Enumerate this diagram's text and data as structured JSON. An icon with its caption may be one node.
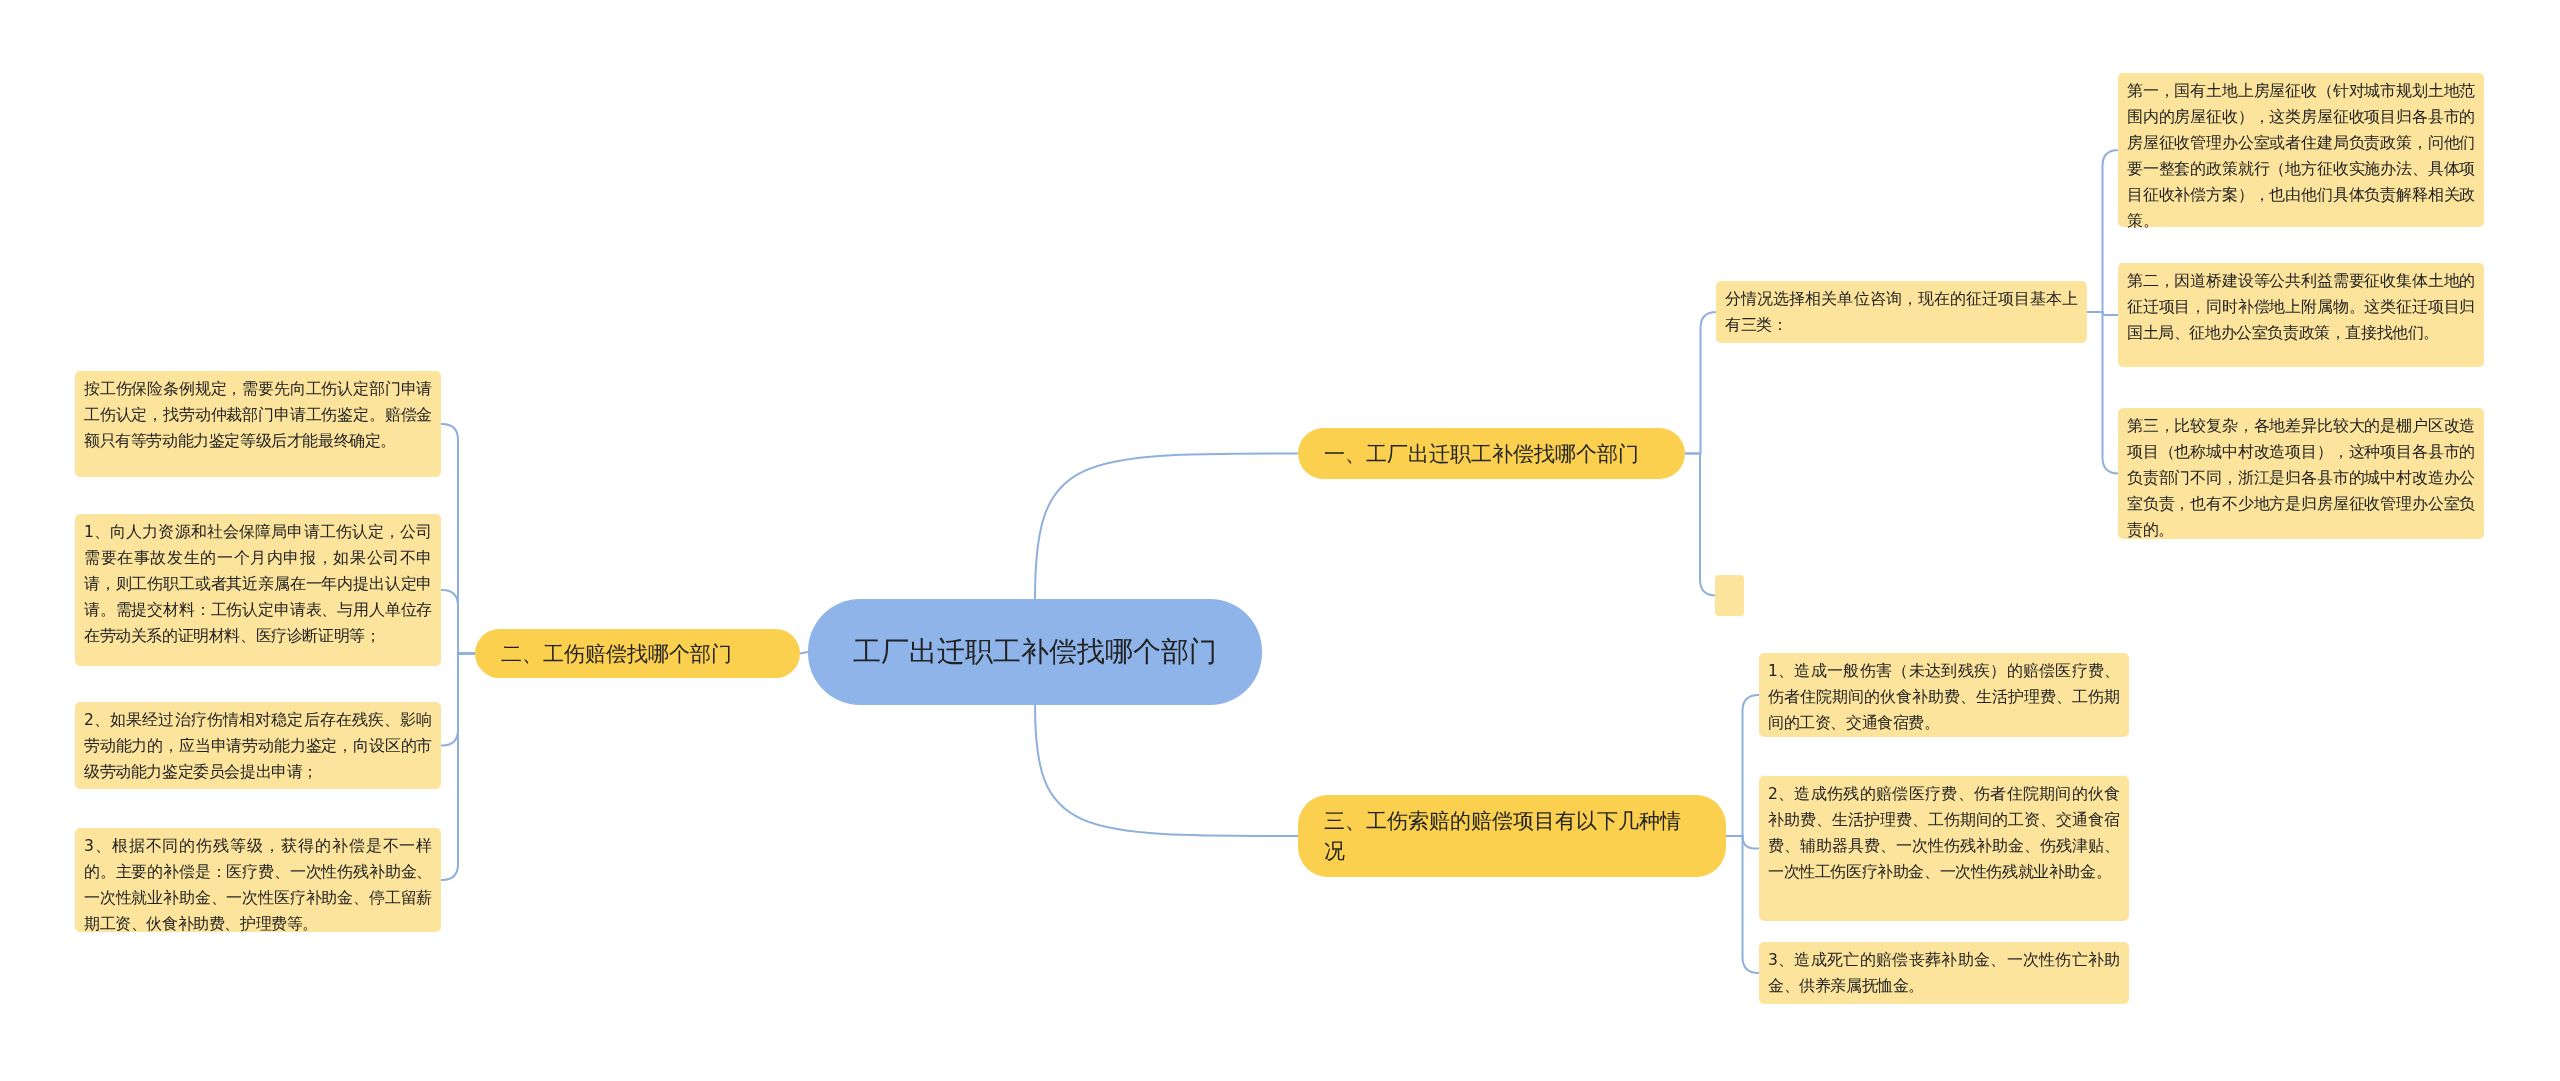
{
  "diagram": {
    "nodes": [
      {
        "text": [
          "工厂出迁职工补偿找哪个部门"
        ]
      },
      {
        "text": [
          "一、工厂出迁职工补偿找哪个部门"
        ]
      },
      {
        "text": [
          "分情况选择相关单位咨询，现在的征迁项目基本上有三类："
        ]
      },
      {
        "text": [
          "第一，国有土地上房屋征收（针对城市规划土地范围内的房屋征收），这类房屋征收项目归各县市的房屋征收管理办公室或者住建局负责政策，问他们要一整套的政策就行（地方征收实施办法、具体项目征收补偿方案），也由他们具体负责解释相关政策。"
        ]
      },
      {
        "text": [
          "第二，因道桥建设等公共利益需要征收集体土地的征迁项目，同时补偿地上附属物。这类征迁项目归国土局、征地办公室负责政策，直接找他们。"
        ]
      },
      {
        "text": [
          "第三，比较复杂，各地差异比较大的是棚户区改造项目（也称城中村改造项目），这种项目各县市的负责部门不同，浙江是归各县市的城中村改造办公室负责，也有不少地方是归房屋征收管理办公室负责的。"
        ]
      },
      {
        "text": [],
        "shape": "box"
      },
      {
        "text": [
          "二、工伤赔偿找哪个部门"
        ]
      },
      {
        "text": [
          "按工伤保险条例规定，需要先向工伤认定部门申请工伤认定，找劳动仲裁部门申请工伤鉴定。赔偿金额只有等劳动能力鉴定等级后才能最终确定。"
        ]
      },
      {
        "text": [
          "1、向人力资源和社会保障局申请工伤认定，公司需要在事故发生的一个月内申报，如果公司不申请，则工伤职工或者其近亲属在一年内提出认定申请。需提交材料：工伤认定申请表、与用人单位存在劳动关系的证明材料、医疗诊断证明等；"
        ]
      },
      {
        "text": [
          "2、如果经过治疗伤情相对稳定后存在残疾、影响劳动能力的，应当申请劳动能力鉴定，向设区的市级劳动能力鉴定委员会提出申请；"
        ]
      },
      {
        "text": [
          "3、根据不同的伤残等级，获得的补偿是不一样的。主要的补偿是：医疗费、一次性伤残补助金、一次性就业补助金、一次性医疗补助金、停工留薪期工资、伙食补助费、护理费等。"
        ]
      },
      {
        "text": [
          "三、工伤索赔的赔偿项目有以下几种情况"
        ]
      },
      {
        "text": [
          "1、造成一般伤害（未达到残疾）的赔偿医疗费、伤者住院期间的伙食补助费、生活护理费、工伤期间的工资、交通食宿费。"
        ]
      },
      {
        "text": [
          "2、造成伤残的赔偿医疗费、伤者住院期间的伙食补助费、生活护理费、工伤期间的工资、交通食宿费、辅助器具费、一次性伤残补助金、伤残津贴、一次性工伤医疗补助金、一次性伤残就业补助金。"
        ]
      },
      {
        "text": [
          "3、造成死亡的赔偿丧葬补助金、一次性伤亡补助金、供养亲属抚恤金。"
        ]
      }
    ],
    "edges": [
      {
        "from": 0,
        "to": 1,
        "arrow": "none"
      },
      {
        "from": 1,
        "to": 2,
        "arrow": "none"
      },
      {
        "from": 2,
        "to": 3,
        "arrow": "none"
      },
      {
        "from": 2,
        "to": 4,
        "arrow": "none"
      },
      {
        "from": 2,
        "to": 5,
        "arrow": "none"
      },
      {
        "from": 1,
        "to": 6,
        "arrow": "none"
      },
      {
        "from": 0,
        "to": 7,
        "arrow": "none"
      },
      {
        "from": 7,
        "to": 8,
        "arrow": "none"
      },
      {
        "from": 7,
        "to": 9,
        "arrow": "none"
      },
      {
        "from": 7,
        "to": 10,
        "arrow": "none"
      },
      {
        "from": 7,
        "to": 11,
        "arrow": "none"
      },
      {
        "from": 0,
        "to": 12,
        "arrow": "none"
      },
      {
        "from": 12,
        "to": 13,
        "arrow": "none"
      },
      {
        "from": 12,
        "to": 14,
        "arrow": "none"
      },
      {
        "from": 12,
        "to": 15,
        "arrow": "none"
      }
    ]
  }
}
